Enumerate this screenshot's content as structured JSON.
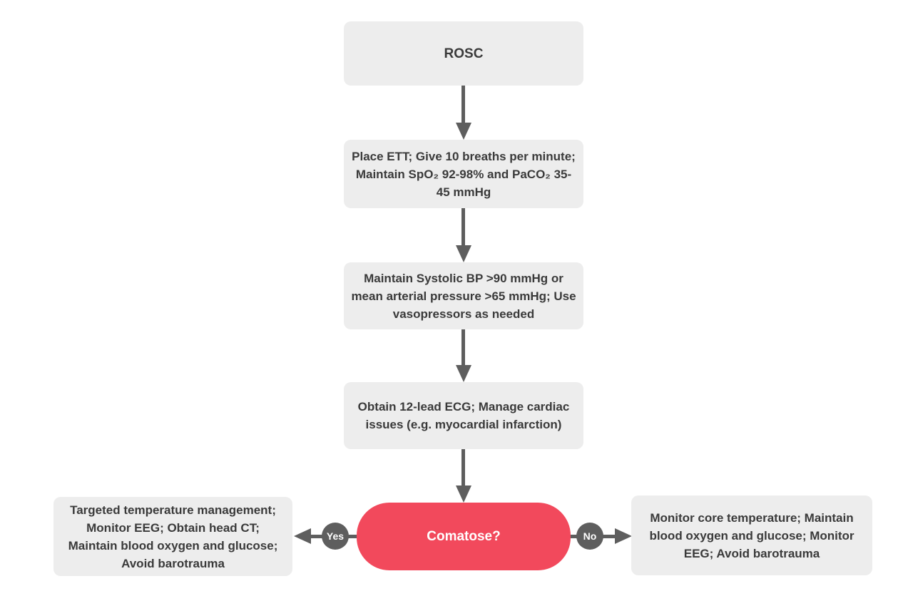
{
  "nodes": {
    "rosc": {
      "label": "ROSC"
    },
    "ventilation": {
      "label": "Place ETT; Give 10 breaths per minute; Maintain SpO₂ 92-98% and PaCO₂ 35-45 mmHg"
    },
    "blood_pressure": {
      "label": "Maintain Systolic BP >90 mmHg or mean arterial pressure >65 mmHg; Use vasopressors as needed"
    },
    "ecg": {
      "label": "Obtain 12-lead ECG; Manage cardiac issues (e.g. myocardial infarction)"
    },
    "comatose_decision": {
      "label": "Comatose?"
    },
    "comatose_yes_outcome": {
      "label": "Targeted temperature management; Monitor EEG; Obtain head CT; Maintain blood oxygen and glucose; Avoid barotrauma"
    },
    "comatose_no_outcome": {
      "label": "Monitor core temperature; Maintain blood oxygen and glucose; Monitor EEG; Avoid barotrauma"
    }
  },
  "edges": {
    "yes_label": "Yes",
    "no_label": "No"
  },
  "colors": {
    "canvas_bg": "#ffffff",
    "process_node_bg": "#ededed",
    "decision_node_bg": "#f2495c",
    "connector_gray": "#5e5e5e",
    "node_text": "#3a3a3a",
    "decision_text": "#ffffff",
    "badge_text": "#ffffff"
  }
}
